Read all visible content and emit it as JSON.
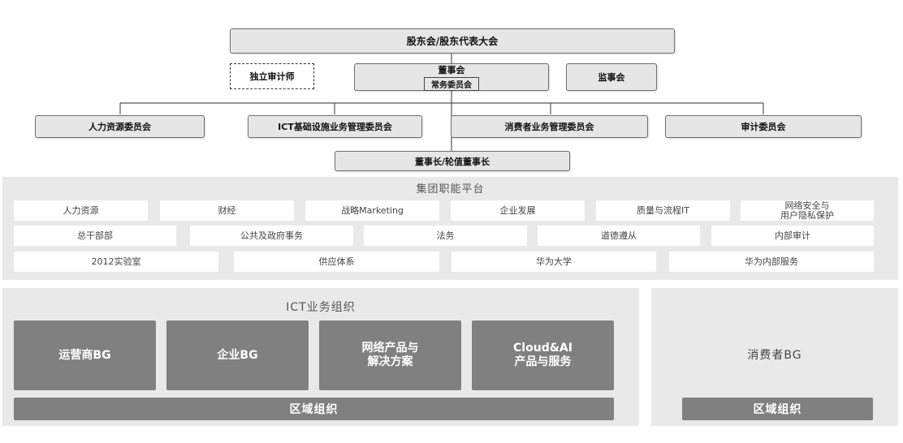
{
  "top": {
    "shareholders": "股东会/股东代表大会",
    "independent_auditor": "独立审计师",
    "board": "董事会",
    "executive_committee": "常务委员会",
    "supervisory_board": "监事会",
    "committees": [
      "人力资源委员会",
      "ICT基础设施业务管理委员会",
      "消费者业务管理委员会",
      "审计委员会"
    ],
    "chairman": "董事长/轮值董事长"
  },
  "platform": {
    "title": "集团职能平台",
    "row1": [
      "人力资源",
      "财经",
      "战略Marketing",
      "企业发展",
      "质量与流程IT",
      "网络安全与\n用户隐私保护"
    ],
    "row2": [
      "总干部部",
      "公共及政府事务",
      "法务",
      "道德遵从",
      "内部审计"
    ],
    "row3": [
      "2012实验室",
      "供应体系",
      "华为大学",
      "华为内部服务"
    ]
  },
  "ict": {
    "title": "ICT业务组织",
    "units": [
      "运营商BG",
      "企业BG",
      "网络产品与\n解决方案",
      "Cloud&AI\n产品与服务"
    ],
    "region": "区域组织"
  },
  "consumer": {
    "unit": "消费者BG",
    "region": "区域组织"
  },
  "colors": {
    "box_fill": "#e6e6e6",
    "panel": "#e9e9e9",
    "dark_block": "#808080"
  }
}
